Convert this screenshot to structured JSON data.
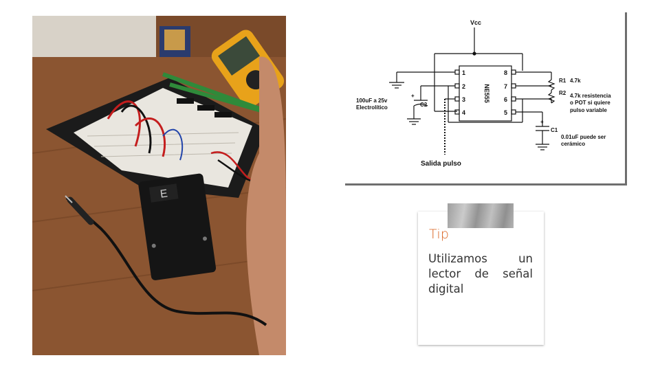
{
  "schematic": {
    "vcc": "Vcc",
    "chip": "NE555",
    "pins": [
      "1",
      "2",
      "3",
      "4",
      "8",
      "7",
      "6",
      "5"
    ],
    "r1": "R1",
    "r1_value": "4.7k",
    "r2": "R2",
    "r2_note_lines": [
      "4.7k resistencia",
      "o POT si quiere",
      "pulso variable"
    ],
    "c1": "C1",
    "c1_note_lines": [
      "0.01uF puede ser",
      "cerámico"
    ],
    "c2": "C2",
    "c2_note_lines": [
      "100uF a 25v",
      "Electrolítico"
    ],
    "output_label": "Salida pulso",
    "plus": "+"
  },
  "tip": {
    "title": "Tip",
    "text": "Utilizamos un lector de señal digital"
  },
  "photo": {
    "display_digit": "E"
  }
}
